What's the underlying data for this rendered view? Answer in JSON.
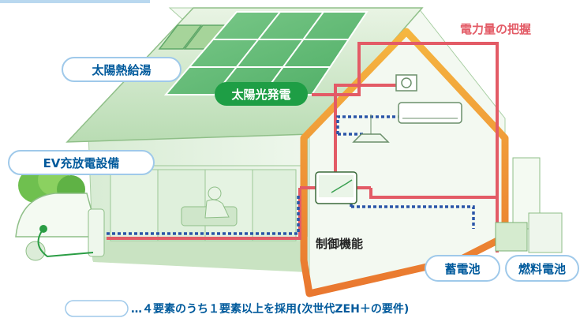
{
  "labels": {
    "solar_thermal": "太陽熱給湯",
    "ev_charger": "EV充放電設備",
    "pv": "太陽光発電",
    "power_monitor": "電力量の把握",
    "control": "制御機能",
    "storage_battery": "蓄電池",
    "fuel_cell": "燃料電池"
  },
  "legend": {
    "text": "…４要素のうち１要素以上を採用(次世代ZEH＋の要件)"
  },
  "colors": {
    "pill_border": "#9fc9ea",
    "pill_text": "#005a9c",
    "pv_badge": "#1e9e45",
    "power_line": "#e35b66",
    "data_line": "#2a55a8",
    "frame": "#ef8a3a",
    "house_green": "#cfe8cc"
  }
}
